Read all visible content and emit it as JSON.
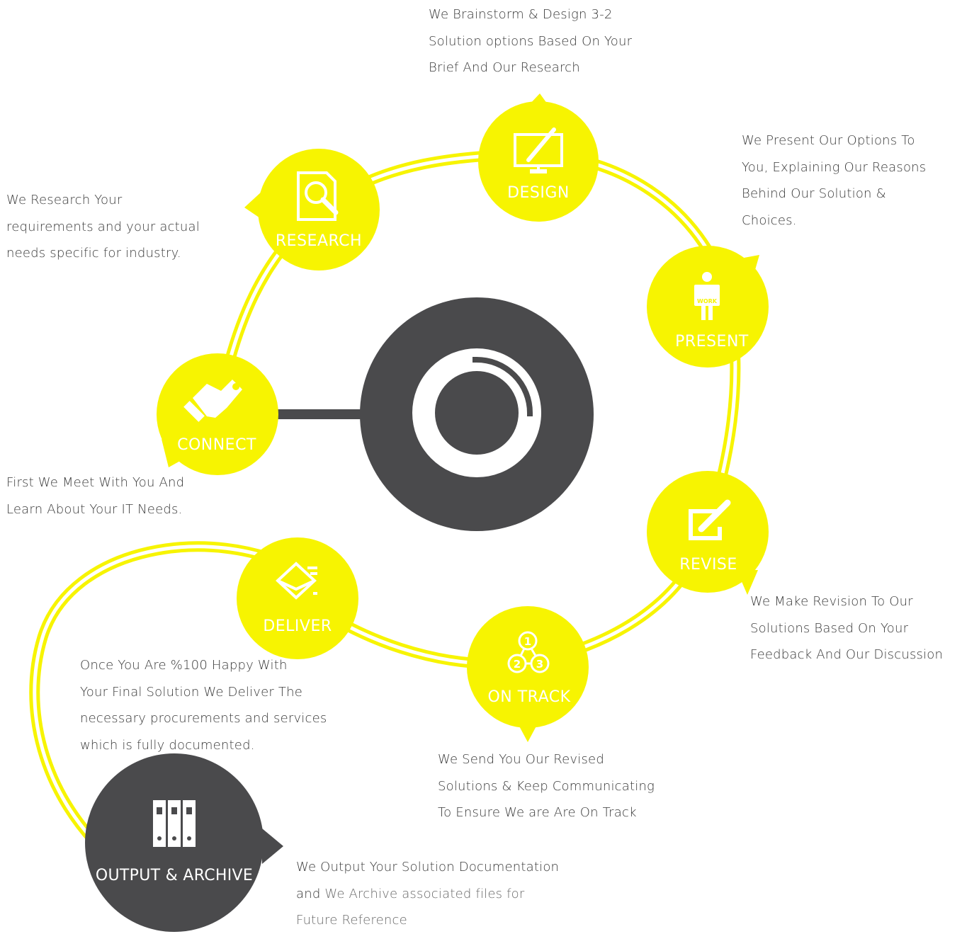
{
  "steps": {
    "design": {
      "label": "DESIGN",
      "text": [
        "We Brainstorm & Design 3-2",
        "Solution options Based On Your",
        "Brief And Our Research"
      ]
    },
    "present": {
      "label": "PRESENT",
      "text": [
        "We Present Our Options To",
        "You, Explaining Our Reasons",
        "Behind Our Solution &",
        "Choices."
      ]
    },
    "research": {
      "label": "RESEARCH",
      "text": [
        "We Research Your",
        "requirements and your actual",
        "needs specific for industry."
      ]
    },
    "connect": {
      "label": "CONNECT",
      "text": [
        "First We Meet With You And",
        "Learn About Your IT Needs."
      ]
    },
    "revise": {
      "label": "REVISE",
      "text": [
        "We Make Revision To Our",
        "Solutions Based On Your",
        "Feedback And Our Discussion"
      ]
    },
    "on_track": {
      "label": "ON TRACK",
      "text": [
        "We Send You Our Revised",
        "Solutions & Keep Communicating",
        "To Ensure We are Are On Track"
      ]
    },
    "deliver": {
      "label": "DELIVER",
      "text": [
        "Once You Are %100 Happy With",
        "Your Final Solution We Deliver The",
        "necessary procurements and services",
        "which is fully documented."
      ]
    },
    "output": {
      "label": "OUTPUT & ARCHIVE",
      "line1": "We Output Your Solution Documentation",
      "line2_a": "and ",
      "line2_b": "We Archive associated files for",
      "line3": "Future Reference"
    }
  },
  "icons": {
    "design": "monitor-brush-icon",
    "present": "person-work-sign-icon",
    "research": "document-magnifier-icon",
    "connect": "handshake-icon",
    "revise": "edit-pencil-icon",
    "on_track": "numbered-steps-icon",
    "deliver": "envelope-icon",
    "output": "binders-icon",
    "center": "ring-logo-icon"
  },
  "present_icon_text": "WORK",
  "on_track_icon_numbers": [
    "1",
    "2",
    "3"
  ],
  "colors": {
    "accent": "#f7f401",
    "dark": "#4a4a4c",
    "text": "#3a3a3a",
    "white": "#ffffff"
  }
}
